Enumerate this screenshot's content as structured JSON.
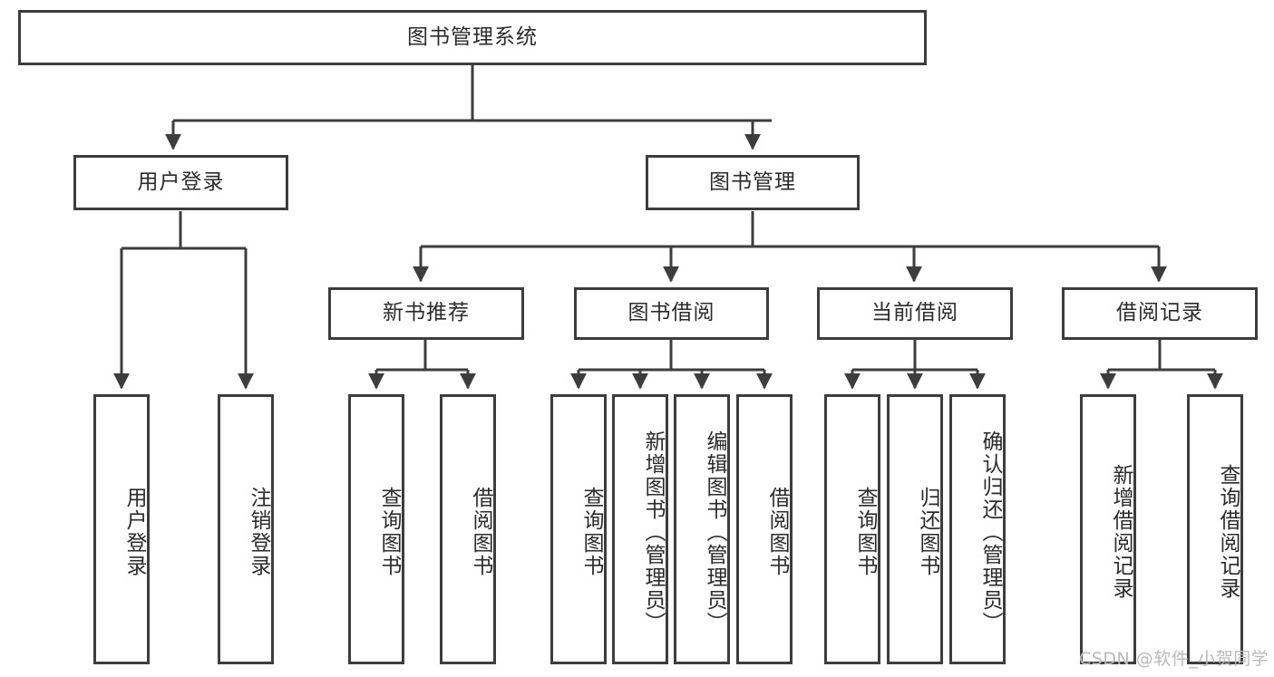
{
  "diagram": {
    "type": "tree-hierarchy",
    "title": "图书管理系统",
    "root": {
      "label": "图书管理系统"
    },
    "level1": [
      {
        "id": "user-login",
        "label": "用户登录"
      },
      {
        "id": "book-manage",
        "label": "图书管理"
      }
    ],
    "level2": [
      {
        "id": "new-book-rec",
        "label": "新书推荐",
        "parent": "book-manage"
      },
      {
        "id": "book-borrow",
        "label": "图书借阅",
        "parent": "book-manage"
      },
      {
        "id": "current-borrow",
        "label": "当前借阅",
        "parent": "book-manage"
      },
      {
        "id": "borrow-record",
        "label": "借阅记录",
        "parent": "book-manage"
      }
    ],
    "leaves": [
      {
        "id": "leaf-user-login",
        "label": "用户登录",
        "parent": "user-login"
      },
      {
        "id": "leaf-logout",
        "label": "注销登录",
        "parent": "user-login"
      },
      {
        "id": "leaf-query-book-1",
        "label": "查询图书",
        "parent": "new-book-rec"
      },
      {
        "id": "leaf-borrow-book-1",
        "label": "借阅图书",
        "parent": "new-book-rec"
      },
      {
        "id": "leaf-query-book-2",
        "label": "查询图书",
        "parent": "book-borrow"
      },
      {
        "id": "leaf-add-book",
        "label": "新增图书（管理员）",
        "parent": "book-borrow"
      },
      {
        "id": "leaf-edit-book",
        "label": "编辑图书（管理员）",
        "parent": "book-borrow"
      },
      {
        "id": "leaf-borrow-book-2",
        "label": "借阅图书",
        "parent": "book-borrow"
      },
      {
        "id": "leaf-query-book-3",
        "label": "查询图书",
        "parent": "current-borrow"
      },
      {
        "id": "leaf-return-book",
        "label": "归还图书",
        "parent": "current-borrow"
      },
      {
        "id": "leaf-confirm-return",
        "label": "确认归还（管理员）",
        "parent": "current-borrow"
      },
      {
        "id": "leaf-add-record",
        "label": "新增借阅记录",
        "parent": "borrow-record"
      },
      {
        "id": "leaf-query-record",
        "label": "查询借阅记录",
        "parent": "borrow-record"
      }
    ],
    "colors": {
      "stroke": "#3d3d3d",
      "fill": "#ffffff",
      "text": "#2b2b2b",
      "watermark": "#b9b9b9"
    }
  },
  "watermark": {
    "text": "CSDN @软件_小贺同学"
  }
}
